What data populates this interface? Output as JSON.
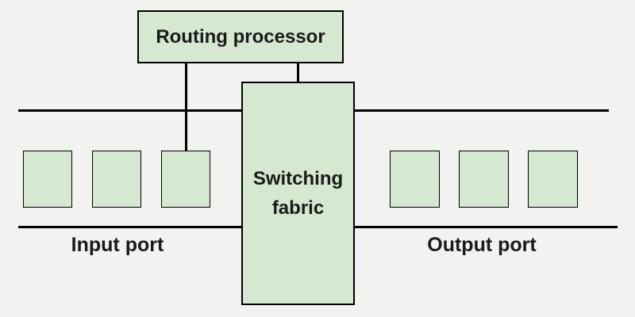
{
  "nodes": {
    "routing_processor": {
      "label": "Routing processor"
    },
    "switching_fabric": {
      "label": "Switching fabric"
    },
    "input_port": {
      "label": "Input port",
      "box_count": 3
    },
    "output_port": {
      "label": "Output port",
      "box_count": 3
    }
  },
  "colors": {
    "background": "#f2f2f0",
    "node_fill": "#d5e8d0",
    "node_border": "#000000",
    "connector_line": "#000000",
    "text": "#1a1a1a"
  }
}
